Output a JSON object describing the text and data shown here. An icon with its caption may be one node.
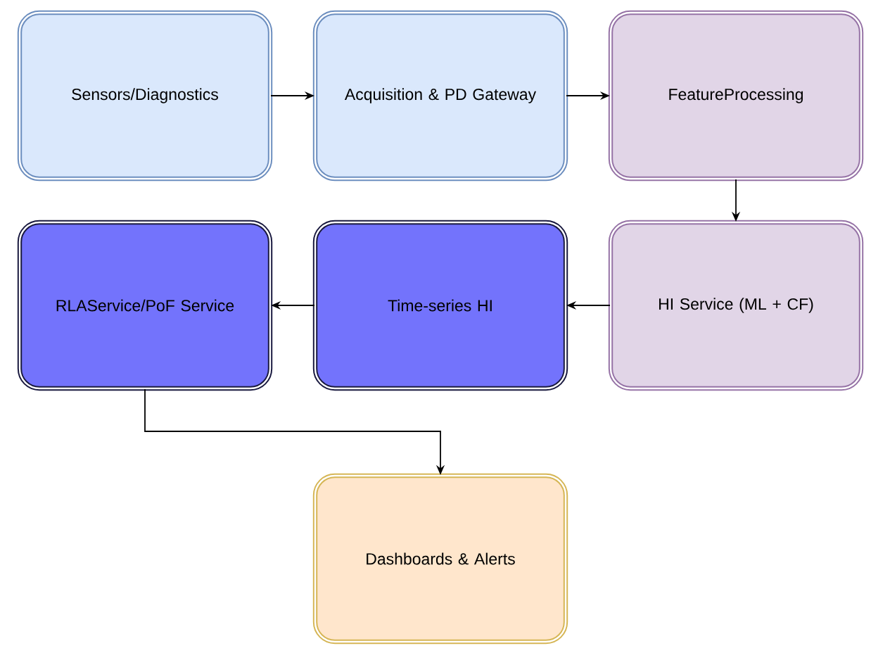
{
  "diagram": {
    "nodes": [
      {
        "text": [
          "Sensors/Diagnostics"
        ]
      },
      {
        "text": [
          "Acquisition & PD Gateway"
        ]
      },
      {
        "text": [
          "FeatureProcessing"
        ]
      },
      {
        "text": [
          "HI Service (ML + CF)"
        ]
      },
      {
        "text": [
          "Time-series HI"
        ]
      },
      {
        "text": [
          "RLAService/PoF Service"
        ]
      },
      {
        "text": [
          "Dashboards & Alerts"
        ]
      }
    ],
    "edges": [
      {
        "from": 0,
        "to": 1,
        "arrow": "to"
      },
      {
        "from": 1,
        "to": 2,
        "arrow": "to"
      },
      {
        "from": 2,
        "to": 3,
        "arrow": "to"
      },
      {
        "from": 3,
        "to": 4,
        "arrow": "to"
      },
      {
        "from": 4,
        "to": 5,
        "arrow": "to"
      },
      {
        "from": 5,
        "to": 6,
        "arrow": "to"
      }
    ]
  }
}
